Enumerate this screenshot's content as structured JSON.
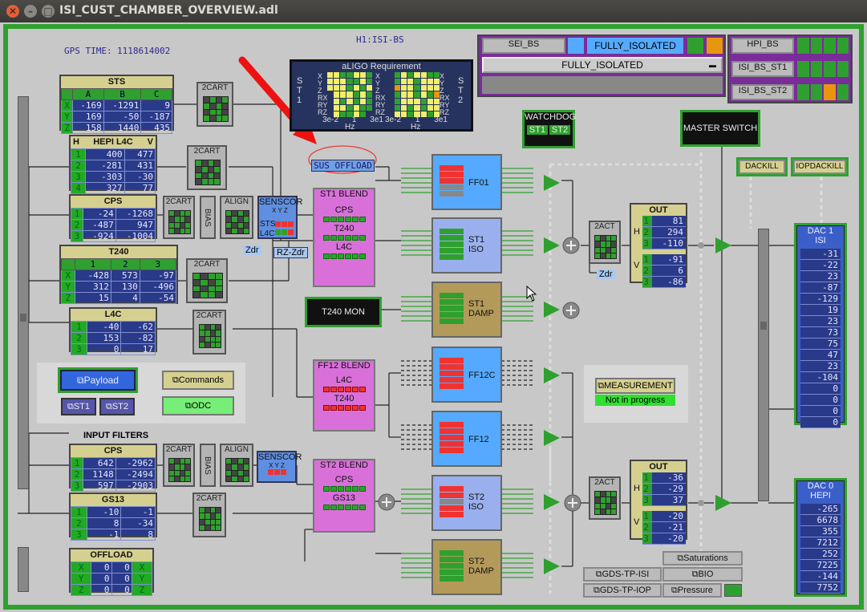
{
  "window": {
    "title": "ISI_CUST_CHAMBER_OVERVIEW.adl"
  },
  "header": {
    "gps_label": "GPS TIME:",
    "gps_value": "1118614002",
    "system": "H1:ISI-BS"
  },
  "status": {
    "sei_btn": "SEI_BS",
    "state": "FULLY_ISOLATED",
    "menu": "FULLY_ISOLATED",
    "hpi_btn": "HPI_BS",
    "st1_btn": "ISI_BS_ST1",
    "st2_btn": "ISI_BS_ST2"
  },
  "req": {
    "title": "aLIGO Requirement",
    "axes": [
      "X",
      "Y",
      "Z",
      "RX",
      "RY",
      "RZ"
    ],
    "st1": "ST1",
    "st2": "ST2",
    "ticks_left": [
      "3e-2",
      "1",
      "3e1"
    ],
    "hz": "Hz",
    "ticks_right": [
      "3e-2",
      "1",
      "3e1"
    ]
  },
  "annotation": {
    "label": "SUS OFFLOAD"
  },
  "sts": {
    "title": "STS",
    "cols": [
      "A",
      "B",
      "C"
    ],
    "rows": [
      {
        "l": "X",
        "v": [
          "-169",
          "-1291",
          "9"
        ]
      },
      {
        "l": "Y",
        "v": [
          "169",
          "-50",
          "-187"
        ]
      },
      {
        "l": "Z",
        "v": [
          "158",
          "1440",
          "435"
        ]
      }
    ]
  },
  "hepi_l4c": {
    "title": "HEPI L4C",
    "h": "H",
    "v": "V",
    "rows": [
      {
        "l": "1",
        "a": "400",
        "b": "477"
      },
      {
        "l": "2",
        "a": "-281",
        "b": "431"
      },
      {
        "l": "3",
        "a": "-303",
        "b": "-30"
      },
      {
        "l": "4",
        "a": "327",
        "b": "77"
      }
    ]
  },
  "cps": {
    "title": "CPS",
    "rows": [
      {
        "l": "1",
        "a": "-24",
        "b": "-1268"
      },
      {
        "l": "2",
        "a": "-487",
        "b": "947"
      },
      {
        "l": "3",
        "a": "-924",
        "b": "-1004"
      }
    ]
  },
  "t240": {
    "title": "T240",
    "cols": [
      "1",
      "2",
      "3"
    ],
    "rows": [
      {
        "l": "X",
        "v": [
          "-428",
          "573",
          "-97"
        ]
      },
      {
        "l": "Y",
        "v": [
          "312",
          "130",
          "-496"
        ]
      },
      {
        "l": "Z",
        "v": [
          "15",
          "4",
          "-54"
        ]
      }
    ]
  },
  "l4c": {
    "title": "L4C",
    "rows": [
      {
        "l": "1",
        "a": "-40",
        "b": "-62"
      },
      {
        "l": "2",
        "a": "153",
        "b": "-82"
      },
      {
        "l": "3",
        "a": "0",
        "b": "17"
      }
    ]
  },
  "input_filters": {
    "title": "INPUT FILTERS"
  },
  "cps2": {
    "title": "CPS",
    "rows": [
      {
        "l": "1",
        "a": "642",
        "b": "-2962"
      },
      {
        "l": "2",
        "a": "1148",
        "b": "-2494"
      },
      {
        "l": "3",
        "a": "597",
        "b": "-2903"
      }
    ]
  },
  "gs13": {
    "title": "GS13",
    "rows": [
      {
        "l": "1",
        "a": "-10",
        "b": "-1"
      },
      {
        "l": "2",
        "a": "8",
        "b": "-34"
      },
      {
        "l": "3",
        "a": "-1",
        "b": "8"
      }
    ]
  },
  "offload": {
    "title": "OFFLOAD",
    "rows": [
      {
        "l": "X",
        "a": "0",
        "b": "0",
        "r": "X"
      },
      {
        "l": "Y",
        "a": "0",
        "b": "0",
        "r": "Y"
      },
      {
        "l": "Z",
        "a": "0",
        "b": "0",
        "r": "Z"
      }
    ]
  },
  "blocks": {
    "cart": "2CART",
    "bias": "BIAS",
    "align": "ALIGN",
    "sensor": "SENSCOR",
    "sts": "STS",
    "l4c": "L4C",
    "xyz": "X Y Z",
    "zdr": "Zdr",
    "rzzdr": "RZ-Zdr",
    "act": "2ACT"
  },
  "blends": {
    "st1": {
      "title": "ST1 BLEND",
      "a": "CPS",
      "b": "T240",
      "c": "L4C"
    },
    "ff12": {
      "title": "FF12 BLEND",
      "a": "L4C",
      "b": "T240"
    },
    "st2": {
      "title": "ST2 BLEND",
      "a": "CPS",
      "b": "GS13"
    }
  },
  "filters": [
    {
      "label": "FF01"
    },
    {
      "label": "ST1 ISO"
    },
    {
      "label": "ST1 DAMP"
    },
    {
      "label": "FF12C"
    },
    {
      "label": "FF12"
    },
    {
      "label": "ST2 ISO"
    },
    {
      "label": "ST2 DAMP"
    }
  ],
  "t240mon": "T240 MON",
  "buttons": {
    "payload": "Payload",
    "st1": "ST1",
    "st2": "ST2",
    "commands": "Commands",
    "odc": "ODC",
    "watchdog": "WATCHDOG",
    "wd_st1": "ST1",
    "wd_st2": "ST2",
    "master": "MASTER SWITCH",
    "dackill": "DACKILL",
    "iopdackill": "IOPDACKILL",
    "measurement": "MEASUREMENT",
    "not_in_progress": "Not in progress",
    "saturations": "Saturations",
    "gds_isi": "GDS-TP-ISI",
    "bio": "BIO",
    "gds_iop": "GDS-TP-IOP",
    "pressure": "Pressure"
  },
  "out1": {
    "title": "OUT",
    "h": "H",
    "v": "V",
    "rows": [
      {
        "l": "1",
        "v": "81"
      },
      {
        "l": "2",
        "v": "294"
      },
      {
        "l": "3",
        "v": "-110"
      },
      {
        "l": "1",
        "v": "-91"
      },
      {
        "l": "2",
        "v": "6"
      },
      {
        "l": "3",
        "v": "-86"
      }
    ]
  },
  "out2": {
    "title": "OUT",
    "h": "H",
    "v": "V",
    "rows": [
      {
        "l": "1",
        "v": "-36"
      },
      {
        "l": "2",
        "v": "-29"
      },
      {
        "l": "3",
        "v": "37"
      },
      {
        "l": "1",
        "v": "-20"
      },
      {
        "l": "2",
        "v": "-21"
      },
      {
        "l": "3",
        "v": "-20"
      }
    ]
  },
  "dac1": {
    "title": "DAC 1",
    "sub": "ISI",
    "values": [
      "-31",
      "-22",
      "23",
      "-87",
      "-129",
      "19",
      "23",
      "73",
      "75",
      "47",
      "23",
      "-104",
      "0",
      "0",
      "0",
      "0"
    ]
  },
  "dac0": {
    "title": "DAC 0",
    "sub": "HEPI",
    "values": [
      "-265",
      "6678",
      "355",
      "7212",
      "252",
      "7225",
      "-144",
      "7752"
    ]
  },
  "colors": {
    "frame_green": "#2fa02f",
    "panel_tan": "#d6d090",
    "value_blue": "#2a3a8a",
    "blend_pink": "#d970d9",
    "filter_blue": "#55aaff",
    "damp_tan": "#b49a5a",
    "purple": "#7a2c9a"
  }
}
